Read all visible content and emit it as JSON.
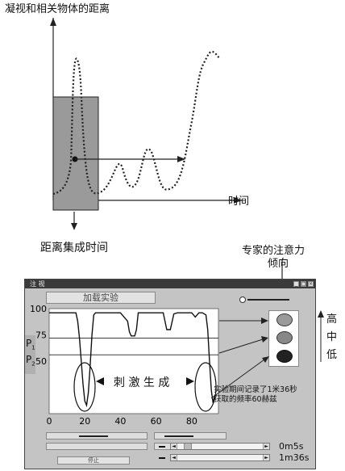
{
  "texts": {
    "title": "凝视和相关物体的距离",
    "time_axis": "时间",
    "distance_time": "距离集成时间",
    "expert_attention_1": "专家的注意力",
    "expert_attention_2": "倾向",
    "stimulus": "刺 激 生 成",
    "record_1": "实验期间记录了1米36秒",
    "record_2": "获取的频率60赫兹",
    "high": "高",
    "mid": "中",
    "low": "低"
  },
  "window": {
    "title": "注 视",
    "load_button": "加载实验",
    "stop_button": "停止",
    "time_1": "0m5s",
    "time_2": "1m36s",
    "p1": "P",
    "p1_sub": "1",
    "p2": "P",
    "p2_sub": "2",
    "controls": [
      "_",
      "□",
      "×"
    ]
  },
  "chart_data": {
    "type": "line",
    "x_ticks": [
      0,
      20,
      40,
      60,
      80
    ],
    "y_ticks": [
      50,
      75,
      100
    ],
    "xlim": [
      0,
      95
    ],
    "ylim": [
      0,
      100
    ],
    "thresholds": [
      {
        "label": "P1",
        "value": 72
      },
      {
        "label": "P2",
        "value": 56
      }
    ],
    "x": [
      0,
      15,
      16,
      17,
      18,
      19,
      20,
      21,
      22,
      23,
      24,
      25,
      26,
      30,
      36,
      40,
      44,
      45,
      46,
      48,
      49,
      50,
      54,
      58,
      60,
      64,
      65,
      66,
      68,
      70,
      72,
      76,
      80,
      82,
      84,
      86,
      88,
      89,
      90,
      91,
      92,
      93
    ],
    "y": [
      96,
      96,
      88,
      72,
      50,
      28,
      12,
      8,
      20,
      45,
      75,
      94,
      96,
      96,
      96,
      96,
      88,
      78,
      74,
      74,
      80,
      96,
      96,
      96,
      96,
      96,
      88,
      80,
      80,
      95,
      96,
      96,
      96,
      92,
      96,
      96,
      94,
      80,
      50,
      22,
      10,
      18
    ]
  }
}
